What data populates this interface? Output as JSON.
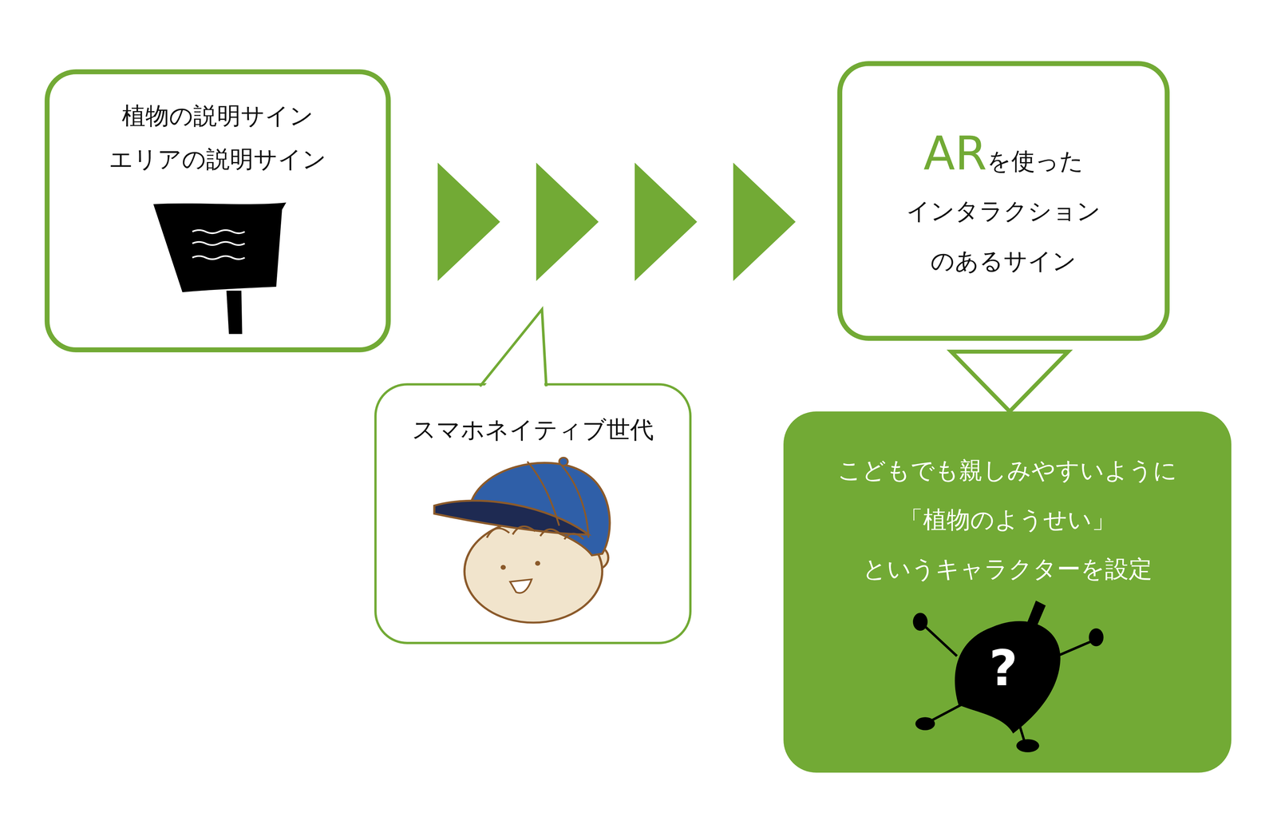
{
  "diagram": {
    "nodes": [
      {
        "text": [
          "植物の説明サイン",
          "エリアの説明サイン"
        ]
      },
      {
        "text": [
          "AR",
          "を使った インタラクション のあるサイン"
        ]
      },
      {
        "text": [
          "スマホネイティブ世代"
        ]
      },
      {
        "text": [
          "こどもでも親しみやすいように 「植物のようせい」 というキャラクターを設定"
        ]
      }
    ],
    "edges": [
      {
        "from": 0,
        "to": 1,
        "arrow": "to"
      },
      {
        "from": 1,
        "to": 3,
        "arrow": "to"
      }
    ],
    "labels": [
      "?"
    ]
  }
}
